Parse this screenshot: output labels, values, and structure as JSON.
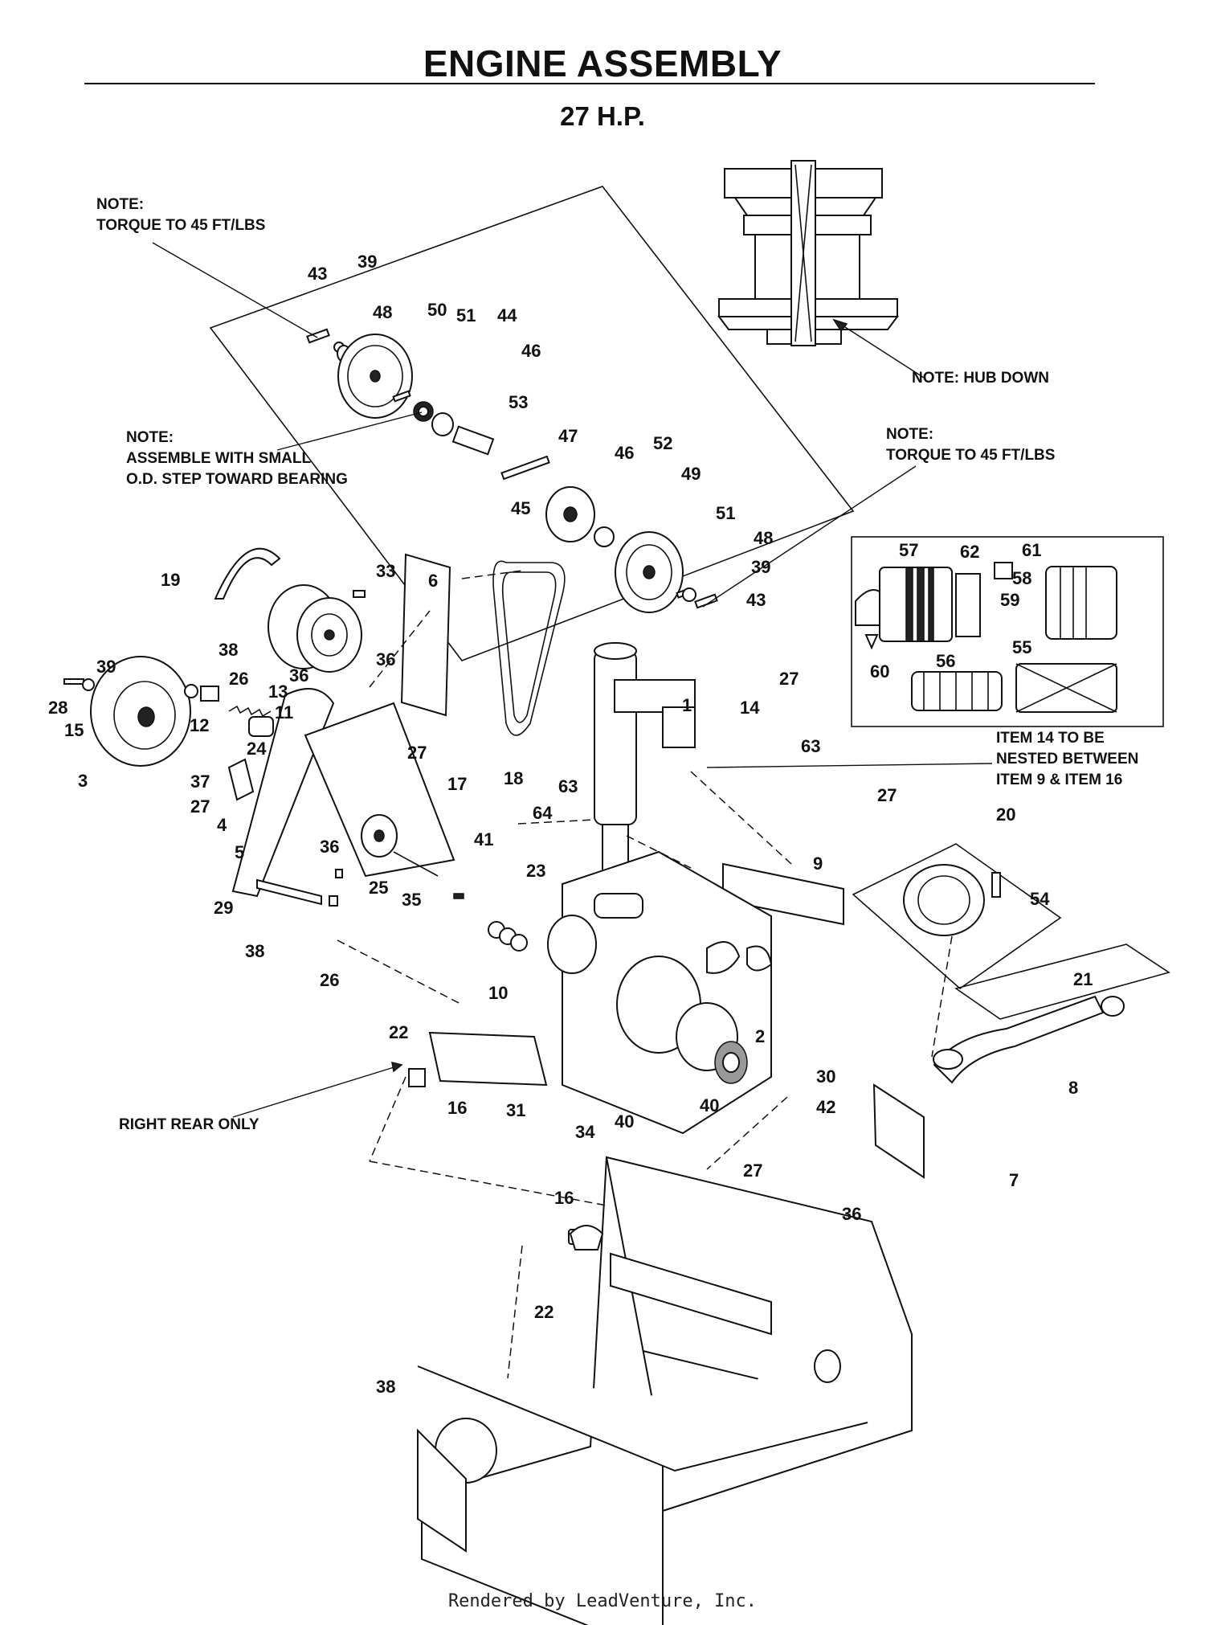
{
  "title": "ENGINE ASSEMBLY",
  "subtitle": "27 H.P.",
  "notes": {
    "torque_top": [
      "NOTE:",
      "TORQUE TO 45 FT/LBS"
    ],
    "hub_down": "NOTE: HUB DOWN",
    "assemble": [
      "NOTE:",
      "ASSEMBLE WITH SMALL",
      "O.D. STEP TOWARD BEARING"
    ],
    "torque_right": [
      "NOTE:",
      "TORQUE TO 45 FT/LBS"
    ],
    "item14": [
      "ITEM 14 TO BE",
      "NESTED BETWEEN",
      "ITEM 9 & ITEM 16"
    ],
    "right_rear": "RIGHT REAR ONLY"
  },
  "callouts": [
    "43",
    "39",
    "48",
    "50",
    "51",
    "44",
    "46",
    "53",
    "47",
    "46",
    "52",
    "49",
    "45",
    "51",
    "48",
    "39",
    "43",
    "19",
    "33",
    "6",
    "38",
    "39",
    "26",
    "13",
    "28",
    "15",
    "12",
    "36",
    "36",
    "11",
    "24",
    "3",
    "37",
    "27",
    "27",
    "4",
    "5",
    "36",
    "29",
    "38",
    "26",
    "25",
    "35",
    "17",
    "41",
    "18",
    "1",
    "14",
    "63",
    "27",
    "63",
    "64",
    "23",
    "9",
    "57",
    "62",
    "61",
    "58",
    "59",
    "60",
    "56",
    "55",
    "27",
    "20",
    "54",
    "10",
    "22",
    "16",
    "31",
    "34",
    "40",
    "2",
    "40",
    "30",
    "42",
    "21",
    "8",
    "7",
    "36",
    "27",
    "16",
    "22",
    "38"
  ],
  "footer": "Rendered by LeadVenture, Inc."
}
